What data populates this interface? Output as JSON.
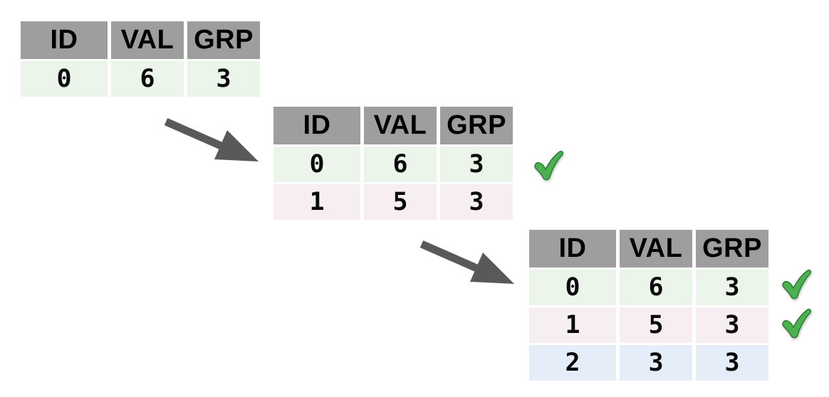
{
  "diagram": {
    "description_columns": [
      "ID",
      "VAL",
      "GRP"
    ],
    "tables": [
      {
        "step": 1,
        "rows": [
          {
            "cells": [
              "0",
              "6",
              "3"
            ],
            "tone": "green",
            "checked": false
          }
        ]
      },
      {
        "step": 2,
        "rows": [
          {
            "cells": [
              "0",
              "6",
              "3"
            ],
            "tone": "green",
            "checked": true
          },
          {
            "cells": [
              "1",
              "5",
              "3"
            ],
            "tone": "pink",
            "checked": false
          }
        ]
      },
      {
        "step": 3,
        "rows": [
          {
            "cells": [
              "0",
              "6",
              "3"
            ],
            "tone": "green",
            "checked": true
          },
          {
            "cells": [
              "1",
              "5",
              "3"
            ],
            "tone": "pink",
            "checked": true
          },
          {
            "cells": [
              "2",
              "3",
              "3"
            ],
            "tone": "blue",
            "checked": false
          }
        ]
      }
    ],
    "icons": {
      "arrow": "thick-diagonal-arrow-down-right",
      "check": "green-checkmark"
    },
    "palette": {
      "header_bg": "#9e9e9e",
      "row_green": "#ebf5ea",
      "row_pink": "#f7eef3",
      "row_blue": "#e5edf9",
      "arrow": "#595959",
      "check_fill": "#4caf50",
      "check_outline": "#2c7d33",
      "text": "#000000",
      "background": "#ffffff"
    }
  },
  "columns": [
    "ID",
    "VAL",
    "GRP"
  ],
  "tables": [
    {
      "rows": [
        {
          "cells": [
            "0",
            "6",
            "3"
          ]
        }
      ]
    },
    {
      "rows": [
        {
          "cells": [
            "0",
            "6",
            "3"
          ]
        },
        {
          "cells": [
            "1",
            "5",
            "3"
          ]
        }
      ]
    },
    {
      "rows": [
        {
          "cells": [
            "0",
            "6",
            "3"
          ]
        },
        {
          "cells": [
            "1",
            "5",
            "3"
          ]
        },
        {
          "cells": [
            "2",
            "3",
            "3"
          ]
        }
      ]
    }
  ]
}
